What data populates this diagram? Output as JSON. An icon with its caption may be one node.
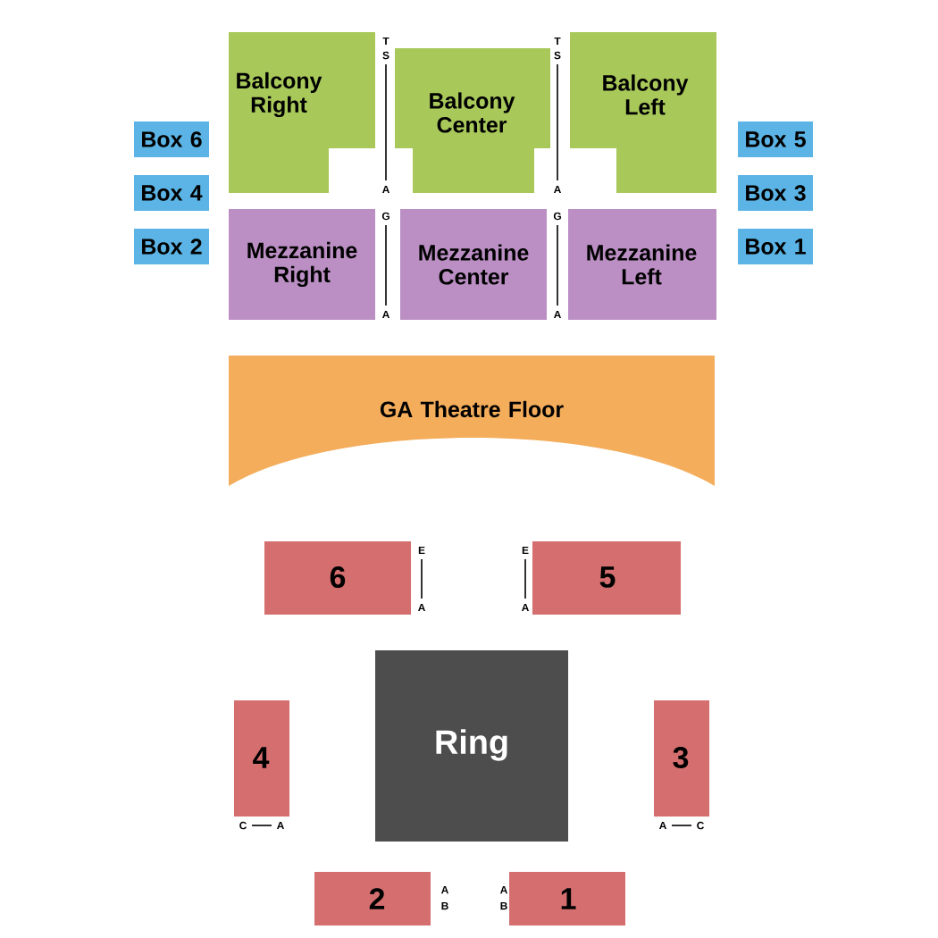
{
  "diagram": {
    "nodes": [
      {
        "text": [
          "Balcony Right"
        ]
      },
      {
        "text": [
          "Balcony Center"
        ]
      },
      {
        "text": [
          "Balcony Left"
        ]
      },
      {
        "text": [
          "Box 6"
        ]
      },
      {
        "text": [
          "Box 5"
        ]
      },
      {
        "text": [
          "Box 4"
        ]
      },
      {
        "text": [
          "Box 3"
        ]
      },
      {
        "text": [
          "Box 2"
        ]
      },
      {
        "text": [
          "Mezzanine Right"
        ]
      },
      {
        "text": [
          "Mezzanine Center"
        ]
      },
      {
        "text": [
          "Mezzanine Left"
        ]
      },
      {
        "text": [
          "Box 1"
        ]
      },
      {
        "text": [
          "GA Theatre Floor"
        ]
      },
      {
        "text": [
          "6"
        ]
      },
      {
        "text": [
          "5"
        ]
      },
      {
        "text": [
          "Ring"
        ]
      },
      {
        "text": [
          "4"
        ]
      },
      {
        "text": [
          "3"
        ]
      },
      {
        "text": [
          "2"
        ]
      },
      {
        "text": [
          "1"
        ]
      }
    ],
    "labels": [
      "T",
      "T",
      "S",
      "S",
      "A",
      "A",
      "G",
      "G",
      "A",
      "A",
      "E",
      "E",
      "A",
      "A",
      "C",
      "A",
      "A",
      "C",
      "A",
      "A",
      "B",
      "B"
    ]
  }
}
